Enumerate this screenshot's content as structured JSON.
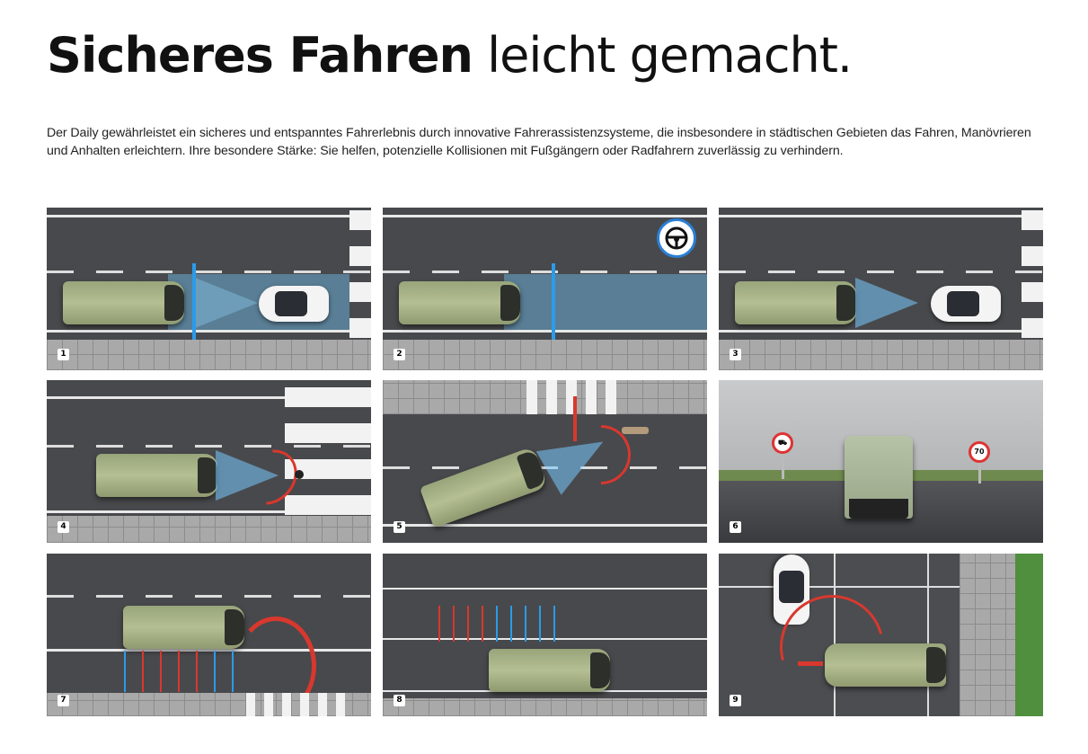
{
  "header": {
    "title_bold": "Sicheres Fahren",
    "title_light": "leicht gemacht.",
    "intro": "Der Daily gewährleistet ein sicheres und entspanntes Fahrerlebnis durch innovative Fahrerassistenzsysteme, die insbesondere in städtischen Gebieten das Fahren, Manövrieren und Anhalten erleichtern. Ihre besondere Stärke: Sie helfen, potenzielle Kollisionen mit Fußgängern oder Radfahrern zuverlässig zu verhindern."
  },
  "panels": [
    {
      "number": "1"
    },
    {
      "number": "2"
    },
    {
      "number": "3"
    },
    {
      "number": "4"
    },
    {
      "number": "5"
    },
    {
      "number": "6",
      "sign_speed": "70"
    },
    {
      "number": "7"
    },
    {
      "number": "8"
    },
    {
      "number": "9"
    }
  ],
  "colors": {
    "accent_blue": "#2c9be8",
    "alert_red": "#d8382e",
    "van_green": "#a7b286"
  }
}
